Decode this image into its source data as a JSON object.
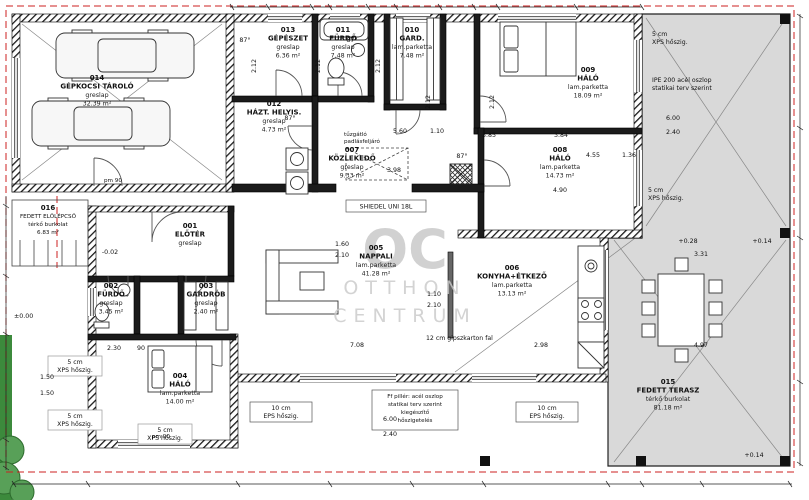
{
  "watermark": {
    "oc": "OC",
    "l1": "OTTHON",
    "l2": "CENTRUM"
  },
  "rooms": {
    "r014": {
      "id": "014",
      "name": "GÉPKOCSI TÁROLÓ",
      "floor": "greslap",
      "area": "32.39 m²"
    },
    "r013": {
      "id": "013",
      "name": "GÉPÉSZET",
      "floor": "greslap",
      "area": "6.36 m²"
    },
    "r011": {
      "id": "011",
      "name": "FÜRDŐ",
      "floor": "greslap",
      "area": "7.48 m²"
    },
    "r010": {
      "id": "010",
      "name": "GARD.",
      "floor": "lam.parketta",
      "area": "7.48 m²"
    },
    "r009": {
      "id": "009",
      "name": "HÁLÓ",
      "floor": "lam.parketta",
      "area": "18.09 m²"
    },
    "r012": {
      "id": "012",
      "name": "HÁZT. HELYIS.",
      "floor": "greslap",
      "area": "4.73 m²"
    },
    "r007": {
      "id": "007",
      "name": "KÖZLEKEDŐ",
      "floor": "greslap",
      "area": "9.33 m²"
    },
    "r008": {
      "id": "008",
      "name": "HÁLÓ",
      "floor": "lam.parketta",
      "area": "14.73 m²"
    },
    "r016": {
      "id": "016",
      "name": "FEDETT ELŐLÉPCSŐ",
      "floor": "térkő burkolat",
      "area": "6.83 m²"
    },
    "r001": {
      "id": "001",
      "name": "ELŐTÉR",
      "floor": "greslap"
    },
    "r002": {
      "id": "002",
      "name": "FÜRDŐ",
      "floor": "greslap",
      "area": "3.45 m²"
    },
    "r003": {
      "id": "003",
      "name": "GARDRÓB",
      "floor": "greslap",
      "area": "2.40 m²"
    },
    "r005": {
      "id": "005",
      "name": "NAPPALI",
      "floor": "lam.parketta",
      "area": "41.28 m²"
    },
    "r006": {
      "id": "006",
      "name": "KONYHA+ÉTKEZŐ",
      "floor": "lam.parketta",
      "area": "13.13 m²"
    },
    "r004": {
      "id": "004",
      "name": "HÁLÓ",
      "floor": "lam.parketta",
      "area": "14.00 m²"
    },
    "r015": {
      "id": "015",
      "name": "FEDETT TERASZ",
      "floor": "térkő burkolat",
      "area": "81.18 m²"
    }
  },
  "annotations": {
    "xps5_a": "5 cm",
    "xps5_b": "XPS hőszig.",
    "ipe1": "IPE 200 acél oszlop",
    "ipe2": "statikai terv szerint",
    "shiedel": "SHIEDEL UNI 18L",
    "tuz1": "tűzgátló",
    "tuz2": "padlásfeljáró",
    "gipsz": "12 cm gipszkarton fal",
    "ff1": "Ff pillér: acél oszlop",
    "ff2": "statikai terv szerint",
    "ff3": "kiegészítő",
    "ff4": "hőszigetelés",
    "eps1": "10 cm",
    "eps2": "EPS hőszig.",
    "pm90": "pm 90"
  },
  "levels": {
    "zero": "±0.00",
    "m002": "-0.02",
    "p028": "+0.28",
    "p014": "+0.14"
  },
  "dims": {
    "deg87": "87°",
    "d212": "2.12",
    "d560": "5.60",
    "d110": "1.10",
    "d385": "3.85",
    "d384": "3.84",
    "d455": "4.55",
    "d136": "1.36",
    "d398": "3.98",
    "d490": "4.90",
    "d160": "1.60",
    "d210": "2.10",
    "d708": "7.08",
    "d298": "2.98",
    "d230": "2.30",
    "d90": "90",
    "d600": "6.00",
    "d240": "2.40",
    "d331": "3.31",
    "d497": "4.97",
    "d150": "1.50"
  }
}
